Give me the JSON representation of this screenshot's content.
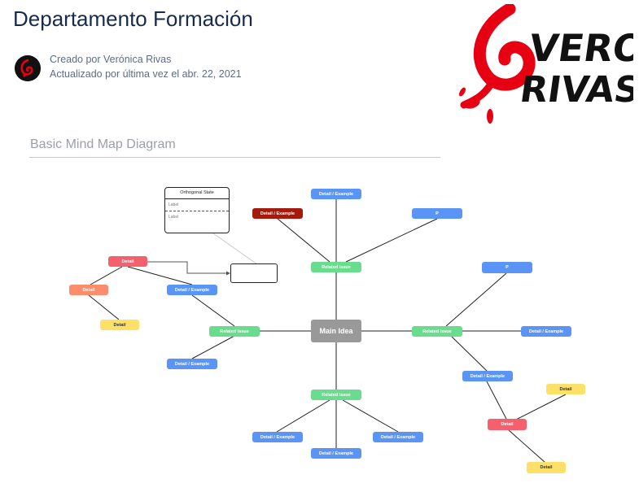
{
  "page": {
    "title": "Departamento Formación",
    "created_by": "Creado por Verónica Rivas",
    "updated": "Actualizado por última vez el abr. 22, 2021"
  },
  "logo": {
    "line1": "VERO",
    "line2": "RIVAS",
    "colors": {
      "red": "#e60012",
      "black": "#111111"
    }
  },
  "diagram": {
    "title": "Basic Mind Map Diagram",
    "nodes": {
      "main_idea": "Main Idea",
      "related_top": "Related Issue",
      "related_left": "Related Issue",
      "related_right": "Related Issue",
      "related_bottom": "Related Issue",
      "top_detail_example": "Detail / Example",
      "top_darkred_detail_example": "Detail / Example",
      "top_p": "P",
      "left_detail_example_upper": "Detail / Example",
      "left_detail_example_lower": "Detail / Example",
      "left_detail_red": "Detail",
      "left_detail_orange": "Detail",
      "left_detail_yellow": "Detail",
      "right_p": "P",
      "right_detail_example_side": "Detail / Example",
      "right_detail_example_lower": "Detail / Example",
      "right_detail_red": "Detail",
      "right_detail_yellow_upper": "Detail",
      "right_detail_yellow_lower": "Detail",
      "bottom_detail_example_left": "Detail / Example",
      "bottom_detail_example_center": "Detail / Example",
      "bottom_detail_example_right": "Detail / Example"
    },
    "orthogonal_state": {
      "title": "Orthogonal State",
      "label_1": "Label",
      "label_2": "Label"
    },
    "colors": {
      "blue": "#5a95f5",
      "green": "#69dc8e",
      "red": "#f4606c",
      "orange": "#fb8c6c",
      "yellow": "#fde068",
      "dark_red": "#a41a0c",
      "gray": "#999999"
    }
  }
}
